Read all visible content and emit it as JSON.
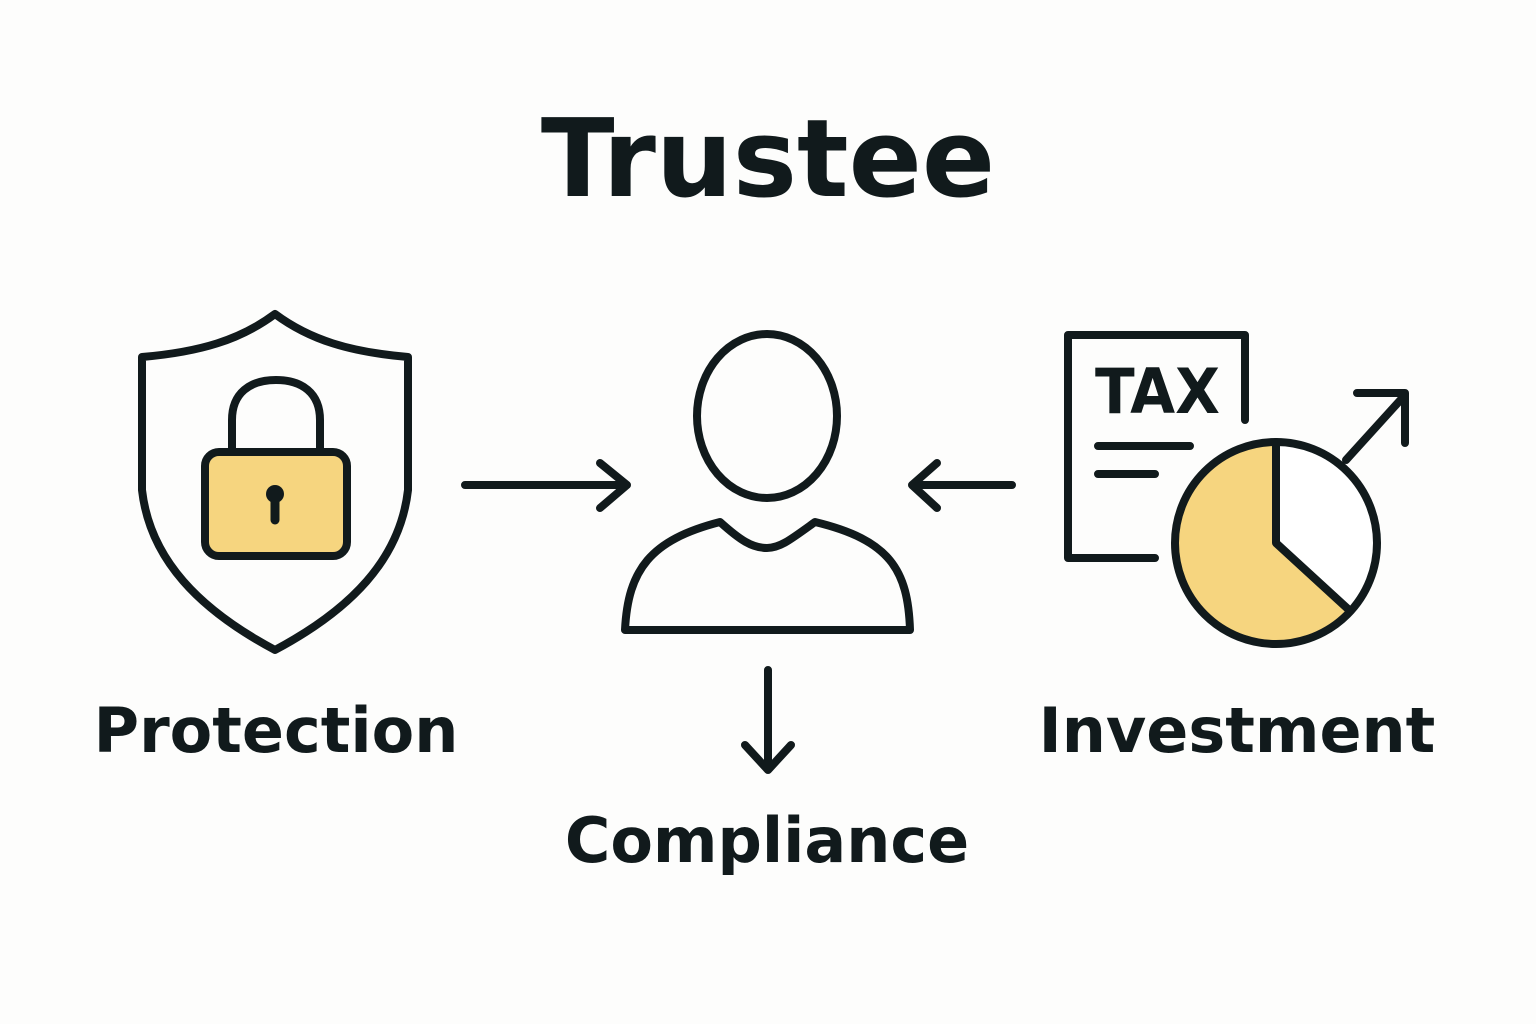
{
  "title": "Trustee",
  "nodes": {
    "protection": {
      "label": "Protection",
      "icon": "shield-lock-icon"
    },
    "trustee": {
      "icon": "person-icon"
    },
    "investment": {
      "label": "Investment",
      "icon": "tax-document-pie-chart-icon",
      "doc_text": "TAX"
    },
    "compliance": {
      "label": "Compliance"
    }
  },
  "colors": {
    "stroke": "#111a1c",
    "accent_fill": "#f6d57f",
    "background": "#fdfdfc"
  }
}
